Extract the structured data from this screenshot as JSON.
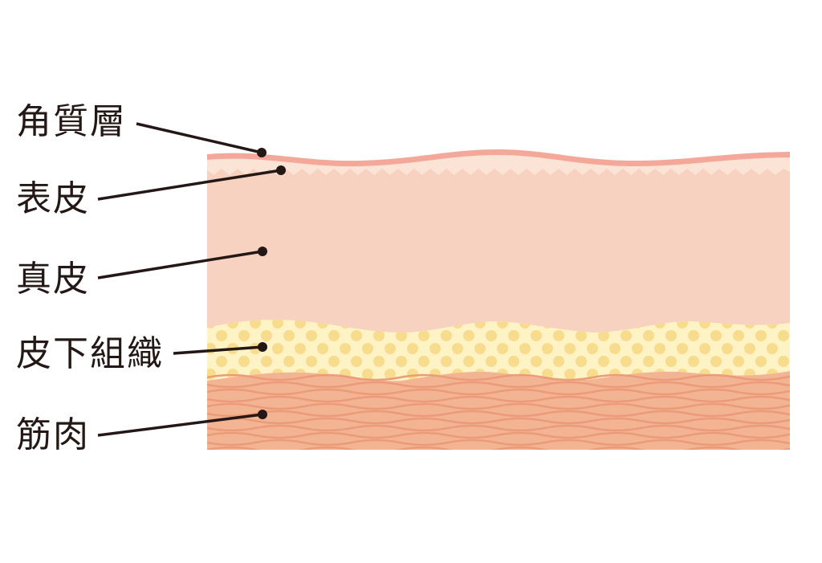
{
  "labels": {
    "stratum_corneum": "角質層",
    "epidermis": "表皮",
    "dermis": "真皮",
    "subcutaneous": "皮下組織",
    "muscle": "筋肉"
  },
  "colors": {
    "stratum_corneum": "#f4a89a",
    "epidermis": "#fbe3d6",
    "dermis": "#f7d2c1",
    "subcutaneous": "#fdf3c4",
    "fat_dots": "#f8dc8e",
    "muscle": "#f3b493",
    "muscle_lines": "#ec9b78",
    "text": "#231815"
  }
}
